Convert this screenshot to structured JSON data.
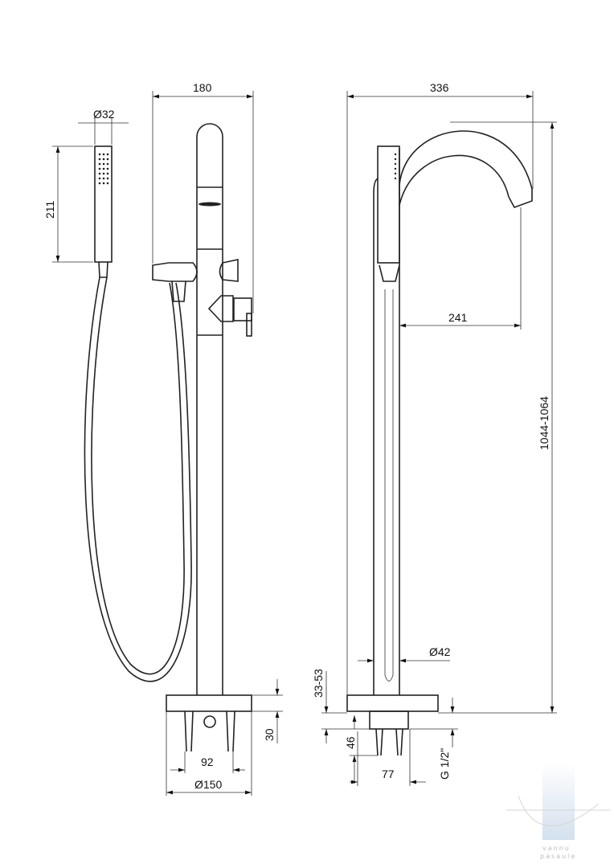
{
  "drawing": {
    "dimensions": {
      "handshower_diameter": "Ø32",
      "handshower_length": "211",
      "front_width": "180",
      "base_bolt_spacing": "92",
      "base_diameter": "Ø150",
      "base_height": "30",
      "side_width": "336",
      "spout_reach": "241",
      "total_height": "1044-1064",
      "pipe_diameter": "Ø42",
      "floor_adjust": "33-53",
      "connection_depth": "46",
      "connection_width": "77",
      "thread": "G 1/2\""
    }
  },
  "watermark": {
    "line1": "vannu",
    "line2": "pasaule",
    "color": "#c9d9ea"
  }
}
